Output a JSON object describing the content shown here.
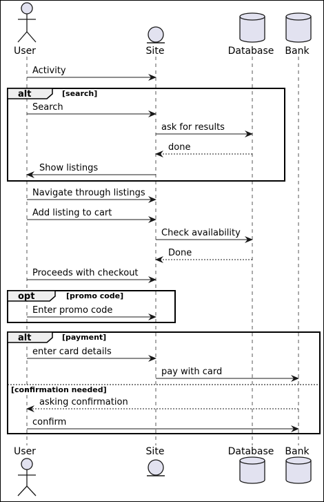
{
  "participants": [
    {
      "id": "user",
      "name": "User",
      "kind": "actor"
    },
    {
      "id": "site",
      "name": "Site",
      "kind": "entity"
    },
    {
      "id": "database",
      "name": "Database",
      "kind": "database"
    },
    {
      "id": "bank",
      "name": "Bank",
      "kind": "database"
    }
  ],
  "messages": [
    {
      "from": "user",
      "to": "site",
      "text": "Activity",
      "style": "solid"
    },
    {
      "from": "user",
      "to": "site",
      "text": "Search",
      "style": "solid"
    },
    {
      "from": "site",
      "to": "database",
      "text": "ask for results",
      "style": "solid"
    },
    {
      "from": "database",
      "to": "site",
      "text": "done",
      "style": "dashed"
    },
    {
      "from": "site",
      "to": "user",
      "text": "Show listings",
      "style": "solid"
    },
    {
      "from": "user",
      "to": "site",
      "text": "Navigate through listings",
      "style": "solid"
    },
    {
      "from": "user",
      "to": "site",
      "text": "Add listing to cart",
      "style": "solid"
    },
    {
      "from": "site",
      "to": "database",
      "text": "Check availability",
      "style": "solid"
    },
    {
      "from": "database",
      "to": "site",
      "text": "Done",
      "style": "dashed"
    },
    {
      "from": "user",
      "to": "site",
      "text": "Proceeds with checkout",
      "style": "solid"
    },
    {
      "from": "user",
      "to": "site",
      "text": "Enter promo code",
      "style": "solid"
    },
    {
      "from": "user",
      "to": "site",
      "text": "enter card details",
      "style": "solid"
    },
    {
      "from": "site",
      "to": "bank",
      "text": "pay with card",
      "style": "solid"
    },
    {
      "from": "bank",
      "to": "user",
      "text": "asking confirmation",
      "style": "dashed"
    },
    {
      "from": "user",
      "to": "bank",
      "text": "confirm",
      "style": "solid"
    }
  ],
  "fragments": [
    {
      "keyword": "alt",
      "condition": "[search]",
      "else_condition": ""
    },
    {
      "keyword": "opt",
      "condition": "[promo code]",
      "else_condition": ""
    },
    {
      "keyword": "alt",
      "condition": "[payment]",
      "else_condition": "[confirmation needed]"
    }
  ]
}
